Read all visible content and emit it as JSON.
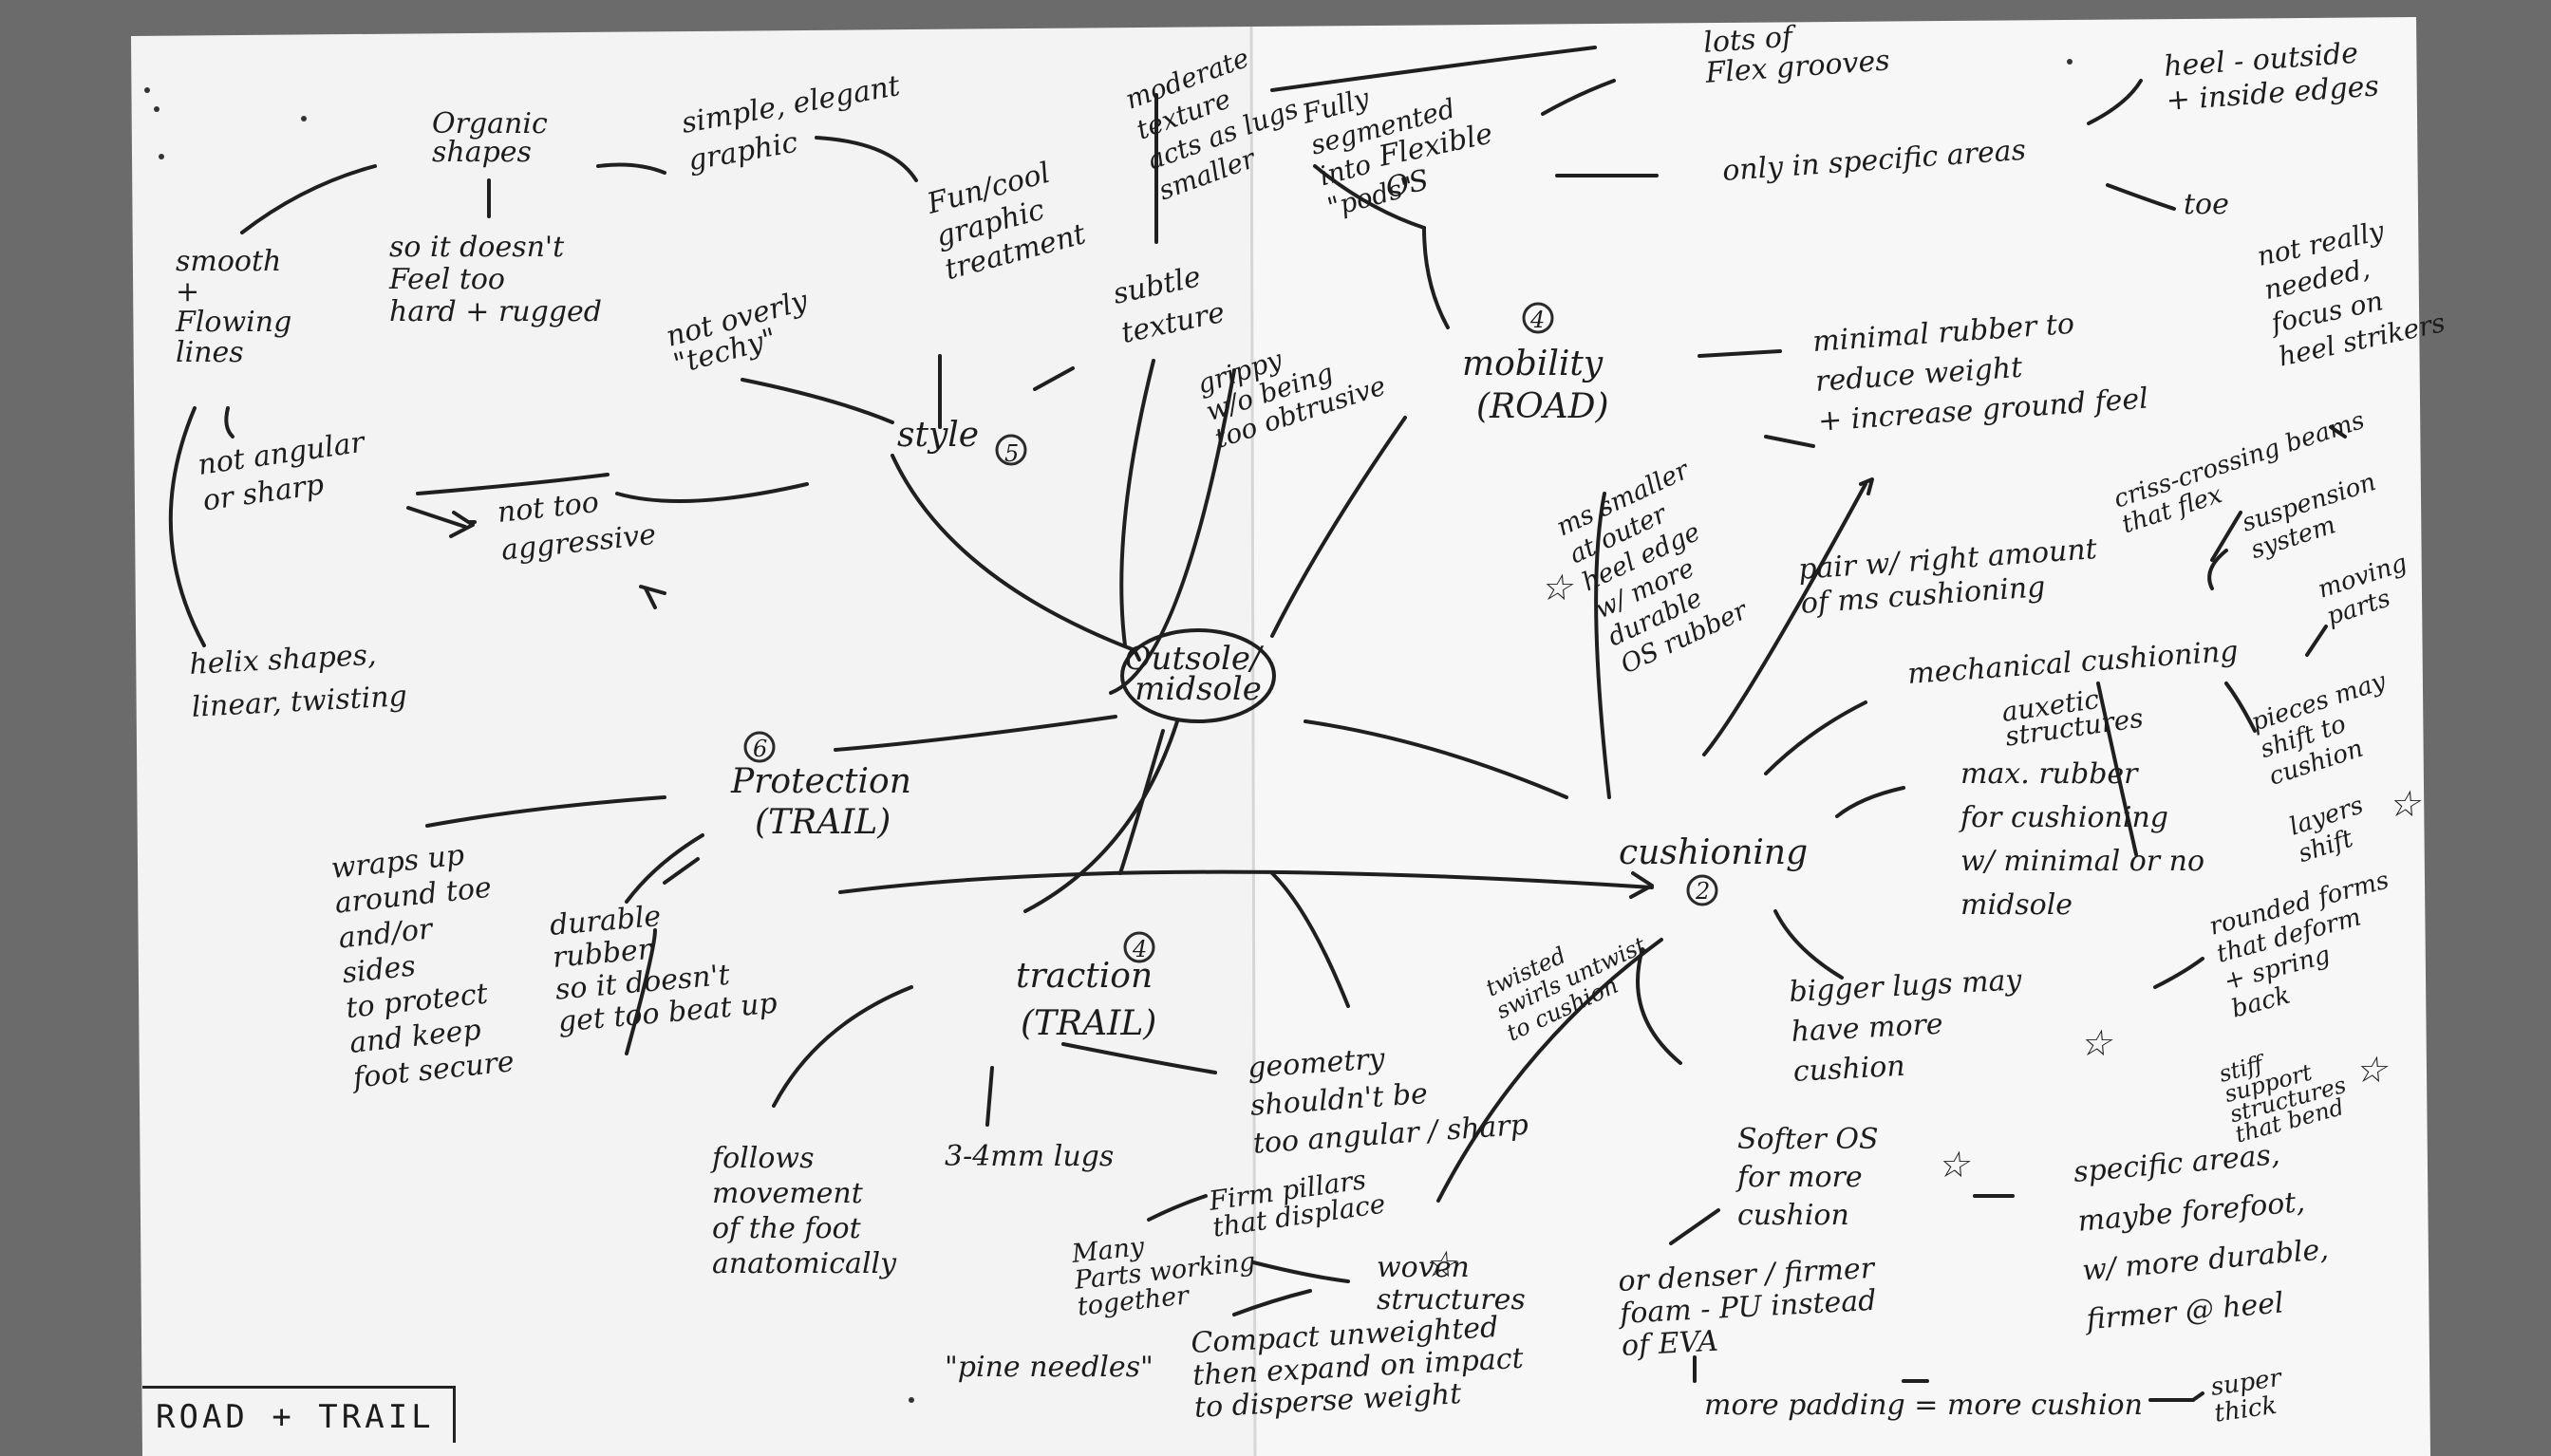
{
  "center": "Outsole/ midsole",
  "corner_label": "ROAD + TRAIL",
  "nodes": {
    "style": "style",
    "style_num": "5",
    "mobility": "mobility",
    "mobility_sub": "(ROAD)",
    "mobility_num": "4",
    "cushioning": "cushioning",
    "cushioning_num": "2",
    "protection": "Protection",
    "protection_sub": "(TRAIL)",
    "protection_num": "6",
    "traction": "traction",
    "traction_sub": "(TRAIL)",
    "traction_num": "4"
  },
  "notes": {
    "organic_shapes": [
      "Organic",
      "shapes"
    ],
    "simple_elegant": [
      "simple, elegant",
      "graphic"
    ],
    "moderate_texture": [
      "moderate",
      "texture",
      "acts as lugs",
      "smaller"
    ],
    "fully_segmented": [
      "Fully",
      "segmented",
      "into",
      "\"pods\""
    ],
    "flexible_os": [
      "Flexible",
      "OS"
    ],
    "lots_flex": [
      "lots of",
      "Flex grooves"
    ],
    "heel_edges": [
      "heel - outside",
      "+ inside edges"
    ],
    "smooth_lines": [
      "smooth",
      "+",
      "Flowing",
      "lines"
    ],
    "so_doesnt": [
      "so it doesn't",
      "Feel too",
      "hard + rugged"
    ],
    "fun_cool": [
      "Fun/cool",
      "graphic",
      "treatment"
    ],
    "only_specific": "only in specific areas",
    "toe": "toe",
    "not_really": [
      "not really",
      "needed,",
      "focus on",
      "heel strikers"
    ],
    "subtle_texture": [
      "subtle",
      "texture"
    ],
    "not_techy": [
      "not overly",
      "\"techy\""
    ],
    "grippy": [
      "grippy",
      "w/o being",
      "too obtrusive"
    ],
    "minimal_rubber": [
      "minimal rubber to",
      "reduce weight",
      "+ increase ground feel"
    ],
    "not_angular": [
      "not angular",
      "or sharp"
    ],
    "not_aggressive": [
      "not too",
      "aggressive"
    ],
    "criss_crossing": [
      "criss-crossing beams",
      "that flex"
    ],
    "suspension": [
      "suspension",
      "system"
    ],
    "ms_smaller": [
      "ms smaller",
      "at outer",
      "heel edge",
      "w/ more",
      "durable",
      "OS rubber"
    ],
    "pair_right": [
      "pair w/ right amount",
      "of ms cushioning"
    ],
    "moving_parts": [
      "moving",
      "parts"
    ],
    "helix": [
      "helix shapes,",
      "linear, twisting"
    ],
    "mechanical": "mechanical cushioning",
    "auxetic": [
      "auxetic",
      "structures"
    ],
    "max_rubber": [
      "max. rubber",
      "for cushioning",
      "w/ minimal or no",
      "midsole"
    ],
    "pieces_shift": [
      "pieces may",
      "shift to",
      "cushion"
    ],
    "layers_shift": [
      "layers",
      "shift"
    ],
    "wraps_up": [
      "wraps up",
      "around toe",
      "and/or",
      "sides",
      "to protect",
      "and keep",
      "foot secure"
    ],
    "durable_rubber": [
      "durable",
      "rubber",
      "so it doesn't",
      "get too beat up"
    ],
    "rounded_forms": [
      "rounded forms",
      "that deform",
      "+ spring",
      "back"
    ],
    "twisted": [
      "twisted",
      "swirls untwist",
      "to cushion"
    ],
    "bigger_lugs": [
      "bigger lugs may",
      "have more",
      "cushion"
    ],
    "stiff_support": [
      "stiff",
      "support",
      "structures",
      "that bend"
    ],
    "follows": [
      "follows",
      "movement",
      "of the foot",
      "anatomically"
    ],
    "lugs_34": "3-4mm lugs",
    "geometry": [
      "geometry",
      "shouldn't be",
      "too angular / sharp"
    ],
    "softer_os": [
      "Softer OS",
      "for more",
      "cushion"
    ],
    "specific_areas": [
      "specific areas,",
      "maybe forefoot,",
      "w/ more durable,",
      "firmer @ heel"
    ],
    "firm_pillars": [
      "Firm pillars",
      "that displace"
    ],
    "many_parts": [
      "Many",
      "Parts working",
      "together"
    ],
    "woven": [
      "woven",
      "structures"
    ],
    "denser": [
      "or denser / firmer",
      "foam - PU instead",
      "of EVA"
    ],
    "pine_needles": "\"pine needles\"",
    "compact": [
      "Compact unweighted",
      "then expand on impact",
      "to disperse weight"
    ],
    "more_padding": "more padding = more cushion",
    "super_thick": [
      "super",
      "thick"
    ]
  }
}
